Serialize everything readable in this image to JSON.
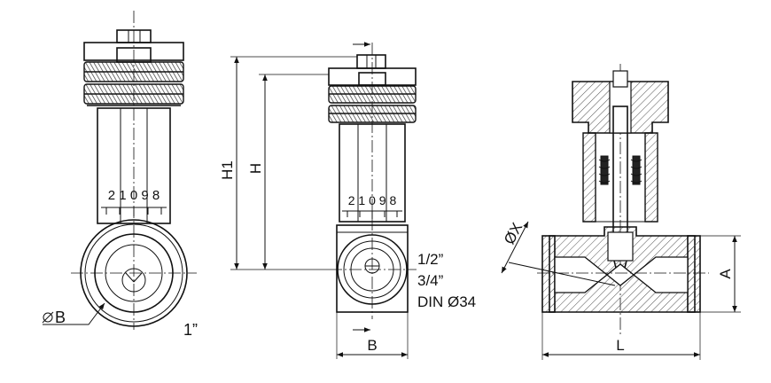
{
  "views": {
    "front": {
      "label_diameter": "B",
      "label_size": "1”",
      "scale_digits": "2 1 0 9 8"
    },
    "side": {
      "label_h1": "H1",
      "label_h": "H",
      "label_width": "B",
      "scale_digits": "2 1 0 9 8",
      "connections": [
        "1/2”",
        "3/4”",
        "DIN Ø34"
      ]
    },
    "section": {
      "label_bore": "ØX",
      "label_height": "A",
      "label_length": "L"
    }
  },
  "colors": {
    "line": "#111111",
    "hatch": "#555555",
    "background": "#ffffff"
  }
}
